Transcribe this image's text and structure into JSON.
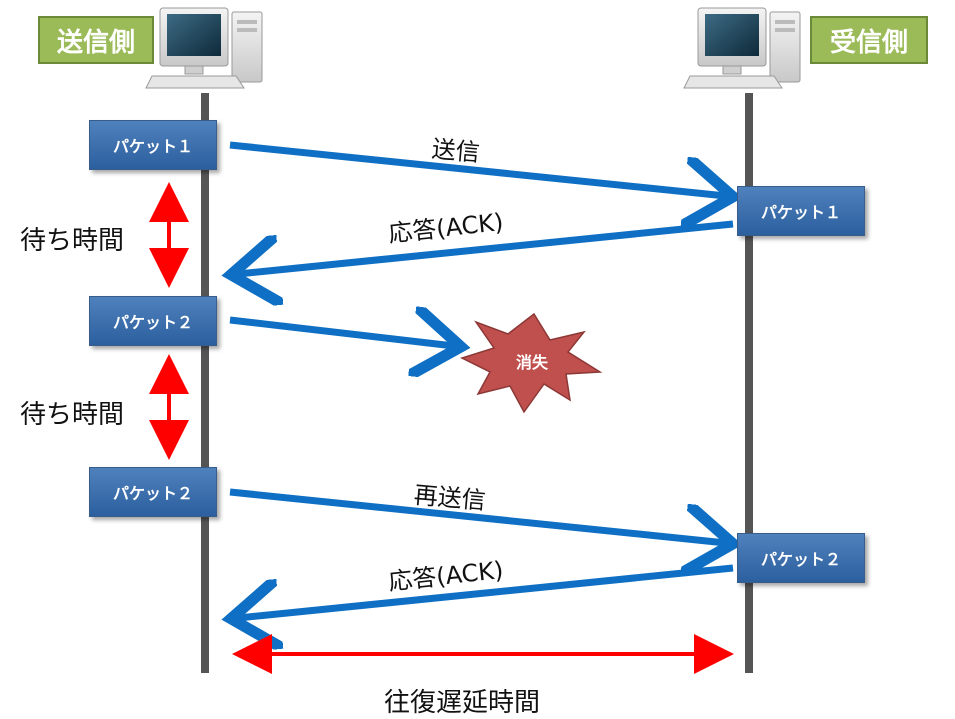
{
  "sender_label": "送信側",
  "receiver_label": "受信側",
  "packets": {
    "s1": "パケット１",
    "r1": "パケット１",
    "s2": "パケット２",
    "s3": "パケット２",
    "r2": "パケット２"
  },
  "wait_labels": [
    "待ち時間",
    "待ち時間"
  ],
  "messages": {
    "send": "送信",
    "ack1": "応答(ACK)",
    "lost": "消失",
    "resend": "再送信",
    "ack2": "応答(ACK)"
  },
  "rtt_label": "往復遅延時間",
  "colors": {
    "label_green": "#9bbb59",
    "packet_blue": "#4f81bd",
    "arrow_blue": "#0e6fc4",
    "arrow_red": "#ff0000",
    "burst": "#c0504d"
  }
}
